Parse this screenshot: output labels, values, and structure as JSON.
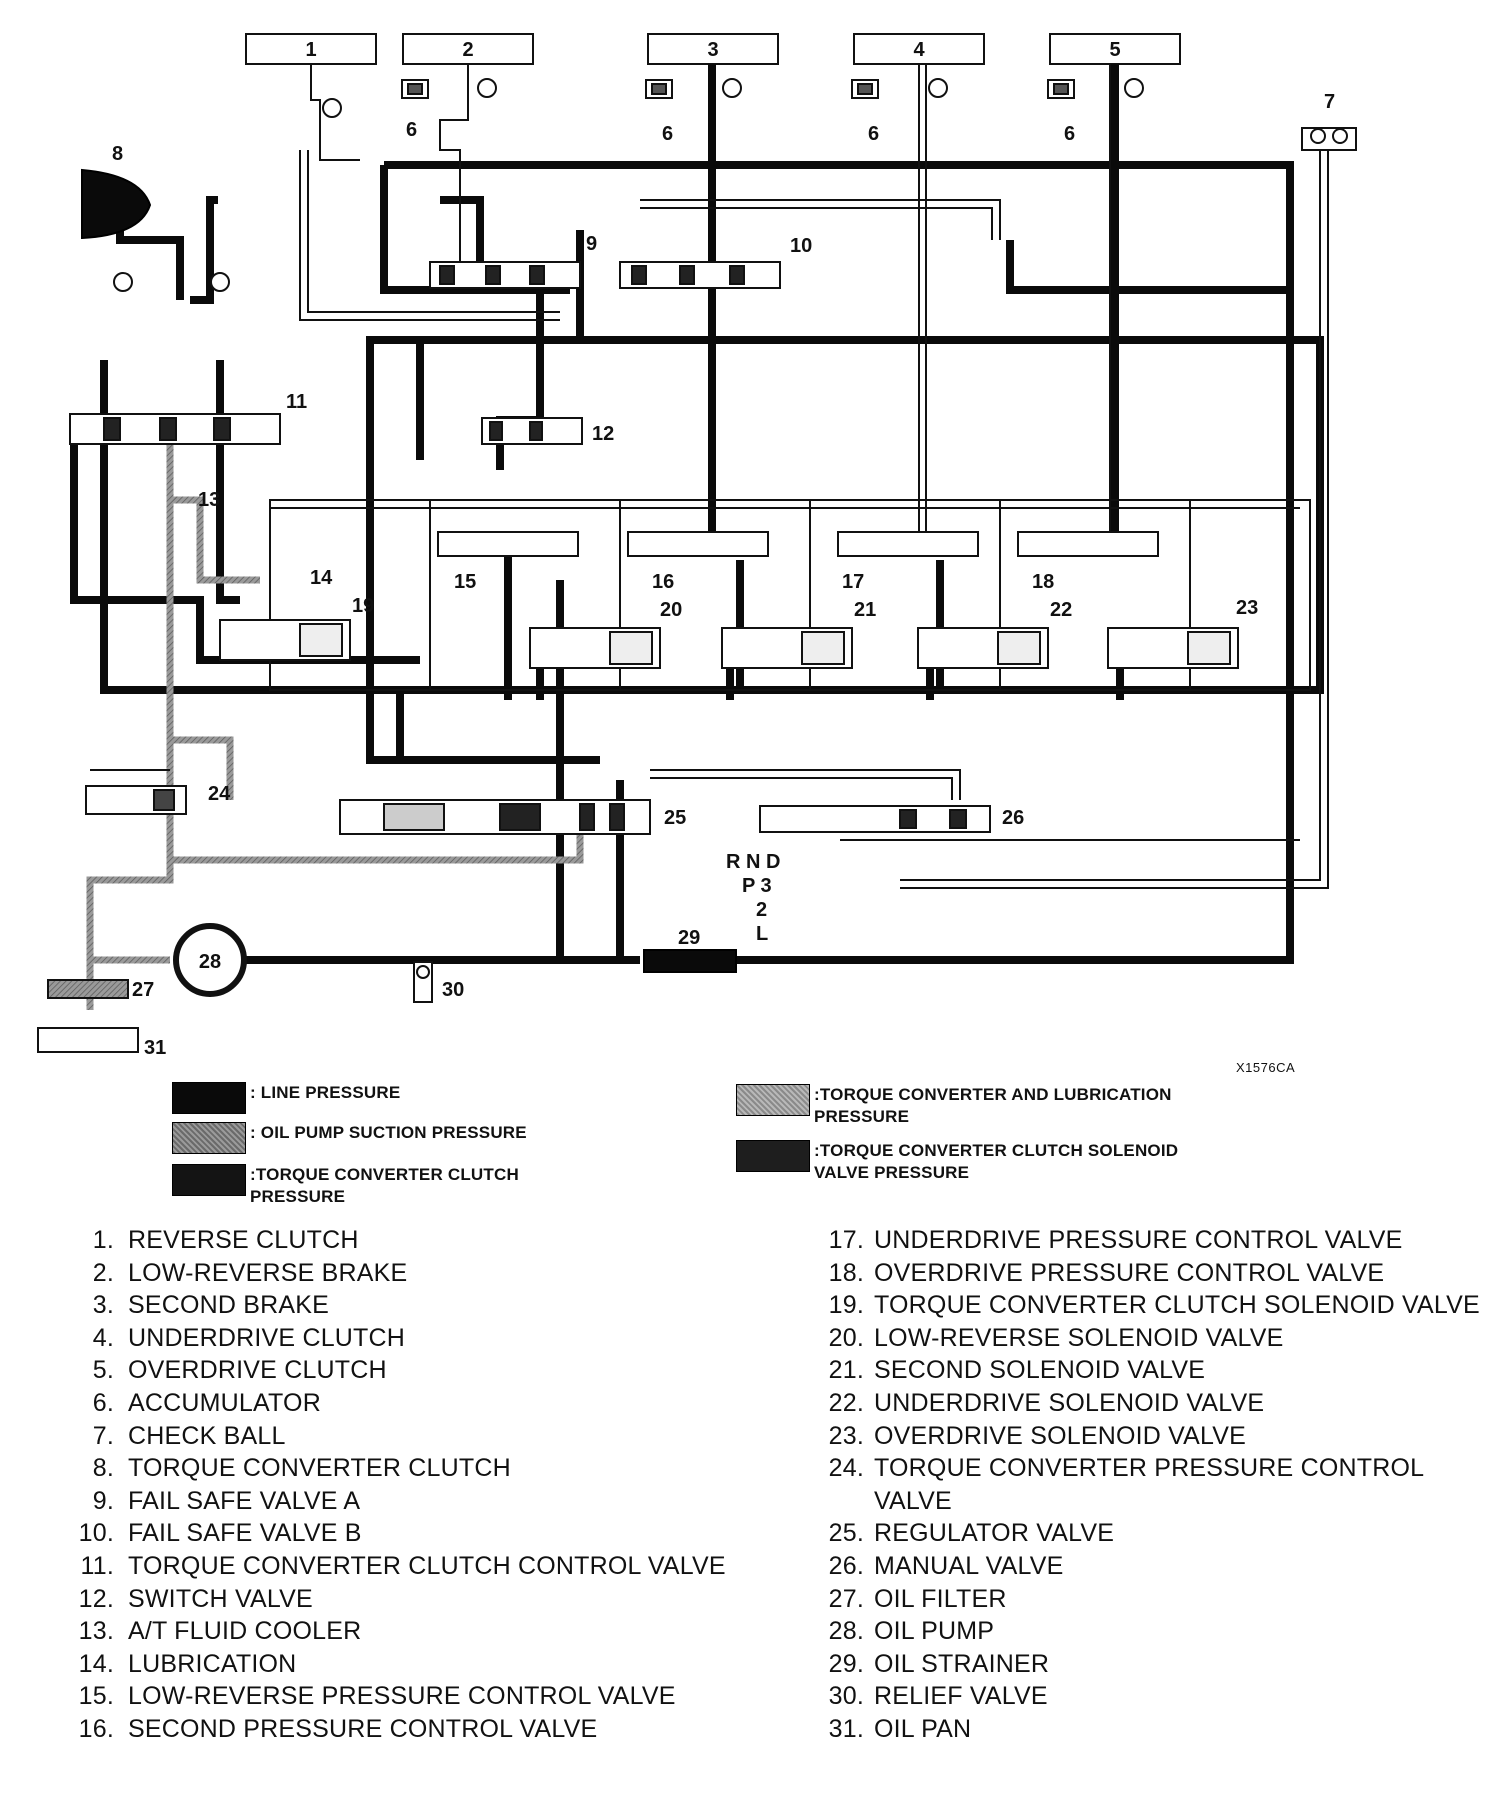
{
  "diagram": {
    "top_boxes": [
      "1",
      "2",
      "3",
      "4",
      "5"
    ],
    "callouts": {
      "accumulator": "6",
      "check_ball": "7",
      "tcc": "8",
      "fail_safe_a": "9",
      "fail_safe_b": "10",
      "tcc_control": "11",
      "switch_valve": "12",
      "cooler": "13",
      "lubrication": "14",
      "pcv_15": "15",
      "pcv_16": "16",
      "pcv_17": "17",
      "pcv_18": "18",
      "sol_19": "19",
      "sol_20": "20",
      "sol_21": "21",
      "sol_22": "22",
      "sol_23": "23",
      "tc_pressure": "24",
      "regulator": "25",
      "manual": "26",
      "filter": "27",
      "pump": "28",
      "strainer": "29",
      "relief": "30",
      "pan": "31"
    },
    "shift_positions": {
      "row1": "R N D",
      "row2": "P 3",
      "row3": "2",
      "row4": "L"
    },
    "figure_code": "X1576CA"
  },
  "legend": [
    {
      "label": "LINE PRESSURE",
      "color": "#0a0a0a"
    },
    {
      "label": "OIL PUMP SUCTION PRESSURE",
      "color": "#7f7f7f"
    },
    {
      "label": "TORQUE CONVERTER CLUTCH\nPRESSURE",
      "color": "#141414"
    },
    {
      "label": "TORQUE CONVERTER AND LUBRICATION\nPRESSURE",
      "color": "#a0a0a0"
    },
    {
      "label": "TORQUE CONVERTER CLUTCH SOLENOID\nVALVE PRESSURE",
      "color": "#1e1e1e"
    }
  ],
  "parts_left": [
    {
      "num": "1.",
      "name": "REVERSE CLUTCH"
    },
    {
      "num": "2.",
      "name": "LOW-REVERSE BRAKE"
    },
    {
      "num": "3.",
      "name": "SECOND BRAKE"
    },
    {
      "num": "4.",
      "name": "UNDERDRIVE CLUTCH"
    },
    {
      "num": "5.",
      "name": "OVERDRIVE CLUTCH"
    },
    {
      "num": "6.",
      "name": "ACCUMULATOR"
    },
    {
      "num": "7.",
      "name": "CHECK BALL"
    },
    {
      "num": "8.",
      "name": "TORQUE CONVERTER CLUTCH"
    },
    {
      "num": "9.",
      "name": "FAIL SAFE VALVE A"
    },
    {
      "num": "10.",
      "name": "FAIL SAFE VALVE B"
    },
    {
      "num": "11.",
      "name": "TORQUE CONVERTER CLUTCH CONTROL VALVE"
    },
    {
      "num": "12.",
      "name": "SWITCH VALVE"
    },
    {
      "num": "13.",
      "name": "A/T FLUID COOLER"
    },
    {
      "num": "14.",
      "name": "LUBRICATION"
    },
    {
      "num": "15.",
      "name": "LOW-REVERSE PRESSURE CONTROL VALVE"
    },
    {
      "num": "16.",
      "name": "SECOND PRESSURE CONTROL VALVE"
    }
  ],
  "parts_right": [
    {
      "num": "17.",
      "name": "UNDERDRIVE PRESSURE CONTROL VALVE"
    },
    {
      "num": "18.",
      "name": "OVERDRIVE PRESSURE CONTROL VALVE"
    },
    {
      "num": "19.",
      "name": "TORQUE CONVERTER CLUTCH SOLENOID VALVE"
    },
    {
      "num": "20.",
      "name": "LOW-REVERSE SOLENOID VALVE"
    },
    {
      "num": "21.",
      "name": "SECOND SOLENOID VALVE"
    },
    {
      "num": "22.",
      "name": "UNDERDRIVE SOLENOID VALVE"
    },
    {
      "num": "23.",
      "name": "OVERDRIVE SOLENOID VALVE"
    },
    {
      "num": "24.",
      "name": "TORQUE CONVERTER PRESSURE CONTROL VALVE"
    },
    {
      "num": "25.",
      "name": "REGULATOR VALVE"
    },
    {
      "num": "26.",
      "name": "MANUAL VALVE"
    },
    {
      "num": "27.",
      "name": "OIL FILTER"
    },
    {
      "num": "28.",
      "name": "OIL PUMP"
    },
    {
      "num": "29.",
      "name": "OIL STRAINER"
    },
    {
      "num": "30.",
      "name": "RELIEF VALVE"
    },
    {
      "num": "31.",
      "name": "OIL PAN"
    }
  ]
}
